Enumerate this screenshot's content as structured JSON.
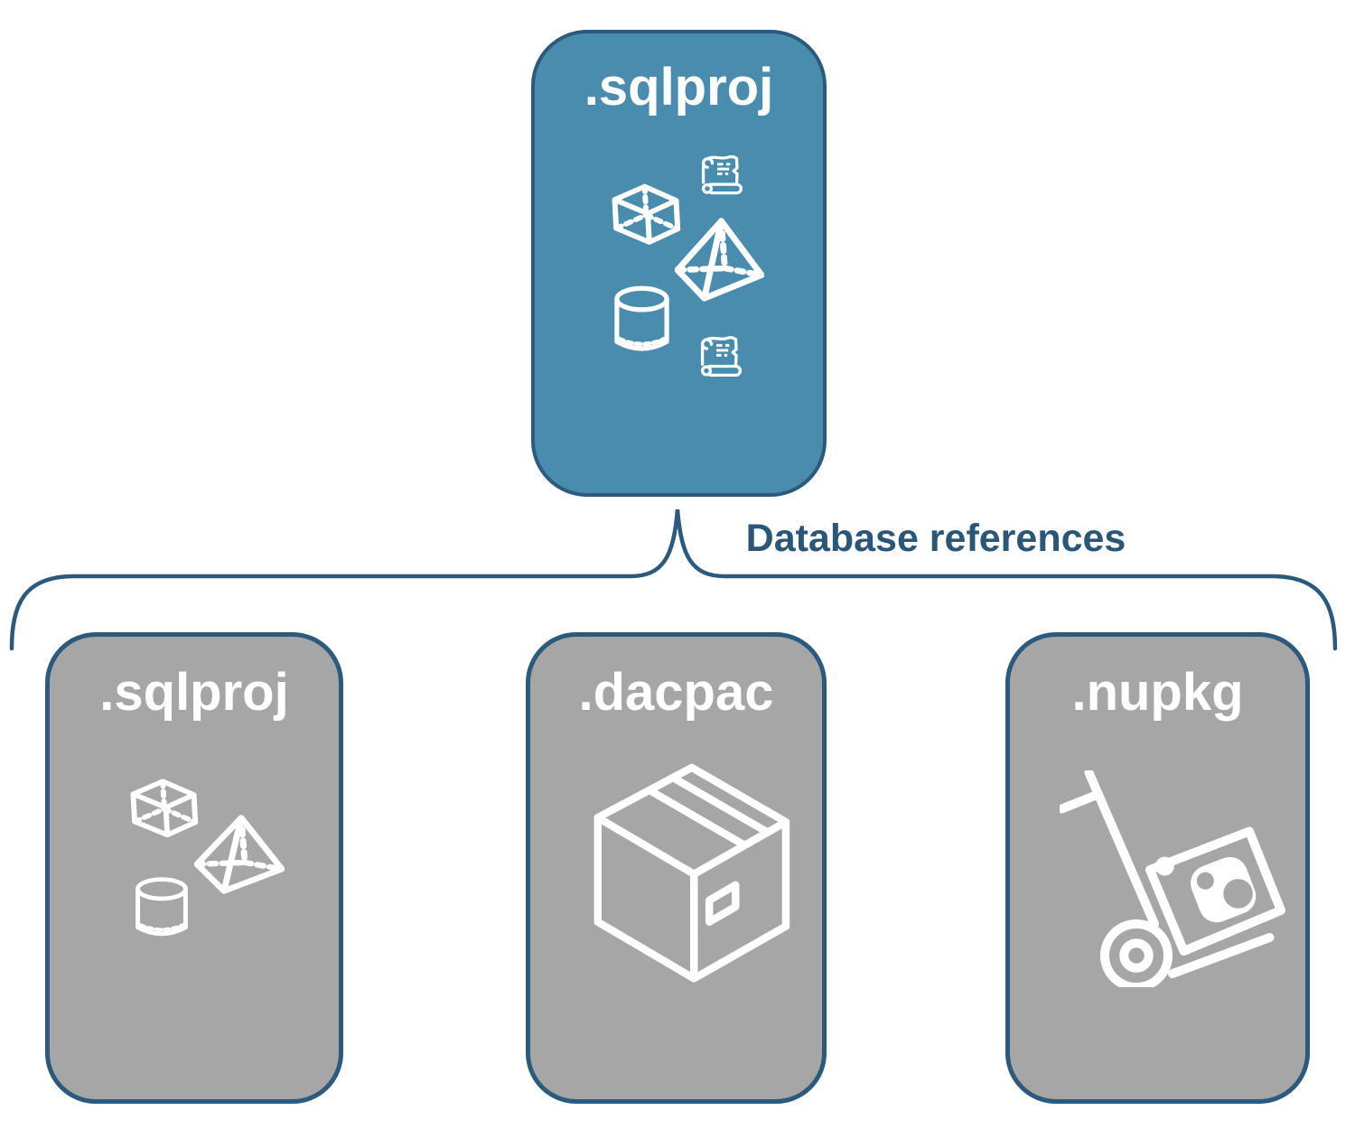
{
  "diagram": {
    "root": {
      "label": ".sqlproj",
      "icons": [
        "cube",
        "script-scroll",
        "pyramid",
        "cylinder",
        "script-scroll"
      ]
    },
    "branch_label": "Database references",
    "children": [
      {
        "label": ".sqlproj",
        "icons": [
          "cube",
          "pyramid",
          "cylinder"
        ]
      },
      {
        "label": ".dacpac",
        "icons": [
          "package-box"
        ]
      },
      {
        "label": ".nupkg",
        "icons": [
          "nuget-hand-truck"
        ]
      }
    ],
    "colors": {
      "root_fill": "#4a8cad",
      "child_fill": "#a6a6a6",
      "outline": "#2b5a7d",
      "branch_text": "#2a5678",
      "icon": "#ffffff"
    }
  }
}
